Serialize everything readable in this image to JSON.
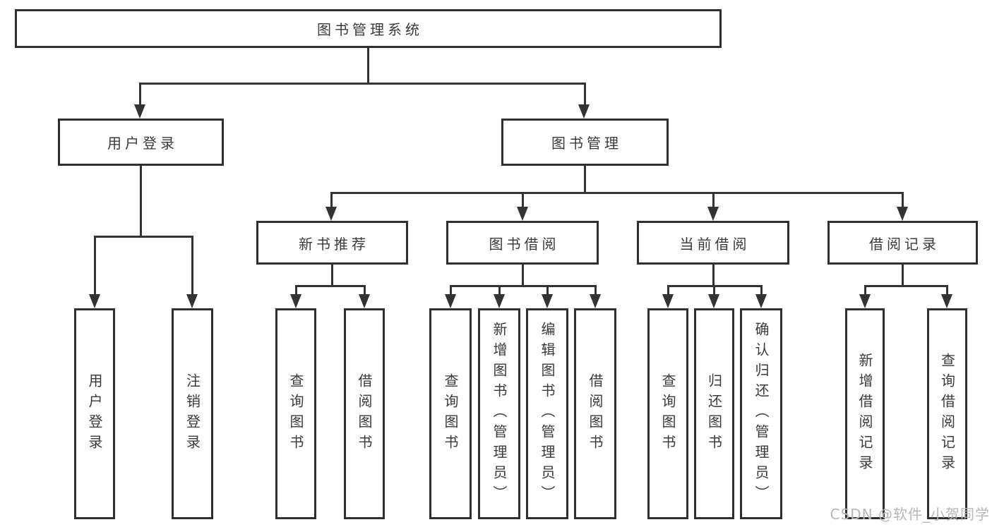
{
  "colors": {
    "line": "#333333",
    "box_border": "#2f2f2f",
    "text": "#3a3a3a",
    "watermark": "#b7b7b7",
    "background": "#ffffff"
  },
  "root": {
    "label": "图书管理系统"
  },
  "branches": {
    "user_login": {
      "label": "用户登录",
      "children": [
        {
          "label": "用户登录"
        },
        {
          "label": "注销登录"
        }
      ]
    },
    "book_management": {
      "label": "图书管理",
      "sections": [
        {
          "label": "新书推荐",
          "children": [
            {
              "label": "查询图书"
            },
            {
              "label": "借阅图书"
            }
          ]
        },
        {
          "label": "图书借阅",
          "children": [
            {
              "label": "查询图书"
            },
            {
              "label": "新增图书（管理员）"
            },
            {
              "label": "编辑图书（管理员）"
            },
            {
              "label": "借阅图书"
            }
          ]
        },
        {
          "label": "当前借阅",
          "children": [
            {
              "label": "查询图书"
            },
            {
              "label": "归还图书"
            },
            {
              "label": "确认归还（管理员）"
            }
          ]
        },
        {
          "label": "借阅记录",
          "children": [
            {
              "label": "新增借阅记录"
            },
            {
              "label": "查询借阅记录"
            }
          ]
        }
      ]
    }
  },
  "watermark": "CSDN @软件_小贺同学"
}
